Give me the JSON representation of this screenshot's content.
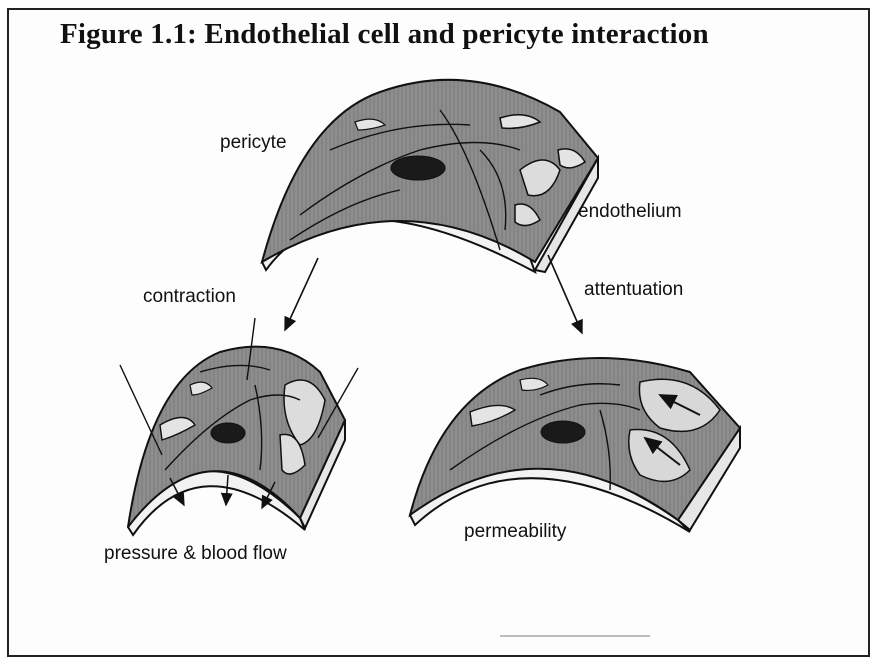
{
  "figure": {
    "title": "Figure 1.1: Endothelial cell and pericyte interaction"
  },
  "labels": {
    "pericyte": "pericyte",
    "endothelium": "endothelium",
    "contraction": "contraction",
    "attentuation": "attentuation",
    "pressure_flow": "pressure & blood flow",
    "permeability": "permeability"
  },
  "colors": {
    "pericyte_fill": "#8c8c8c",
    "endothelium_fill": "#d2d2d2",
    "nucleus_fill": "#1a1a1a",
    "line": "#111111"
  }
}
